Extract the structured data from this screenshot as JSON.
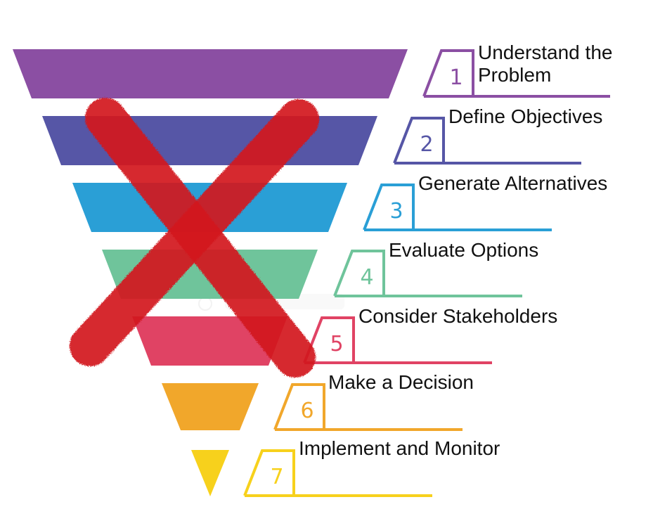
{
  "steps": [
    {
      "number": "1",
      "label_lines": [
        "Understand the",
        "Problem"
      ],
      "color": "#8B4FA3"
    },
    {
      "number": "2",
      "label_lines": [
        "Define Objectives"
      ],
      "color": "#5656A6"
    },
    {
      "number": "3",
      "label_lines": [
        "Generate Alternatives"
      ],
      "color": "#2A9FD6"
    },
    {
      "number": "4",
      "label_lines": [
        "Evaluate Options"
      ],
      "color": "#6FC49B"
    },
    {
      "number": "5",
      "label_lines": [
        "Consider Stakeholders"
      ],
      "color": "#E04364"
    },
    {
      "number": "6",
      "label_lines": [
        "Make a Decision"
      ],
      "color": "#F1A72B"
    },
    {
      "number": "7",
      "label_lines": [
        "Implement and Monitor"
      ],
      "color": "#F7D11C"
    }
  ],
  "overlay": {
    "symbol": "cross-out-x",
    "color": "#D3151E"
  }
}
